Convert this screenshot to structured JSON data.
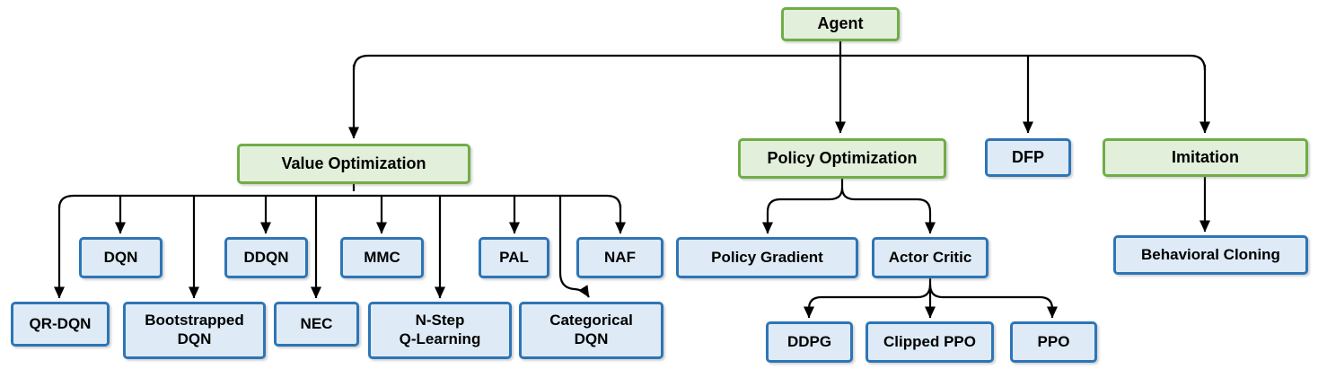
{
  "nodes": {
    "agent": {
      "label": "Agent",
      "variant": "green"
    },
    "value_optimization": {
      "label": "Value Optimization",
      "variant": "green"
    },
    "policy_optimization": {
      "label": "Policy Optimization",
      "variant": "green"
    },
    "dfp": {
      "label": "DFP",
      "variant": "blue"
    },
    "imitation": {
      "label": "Imitation",
      "variant": "green"
    },
    "dqn": {
      "label": "DQN",
      "variant": "blue"
    },
    "ddqn": {
      "label": "DDQN",
      "variant": "blue"
    },
    "mmc": {
      "label": "MMC",
      "variant": "blue"
    },
    "pal": {
      "label": "PAL",
      "variant": "blue"
    },
    "naf": {
      "label": "NAF",
      "variant": "blue"
    },
    "qr_dqn": {
      "label": "QR-DQN",
      "variant": "blue"
    },
    "bootstrapped_dqn": {
      "label": "Bootstrapped\nDQN",
      "variant": "blue"
    },
    "nec": {
      "label": "NEC",
      "variant": "blue"
    },
    "n_step_q_learning": {
      "label": "N-Step\nQ-Learning",
      "variant": "blue"
    },
    "categorical_dqn": {
      "label": "Categorical\nDQN",
      "variant": "blue"
    },
    "policy_gradient": {
      "label": "Policy Gradient",
      "variant": "blue"
    },
    "actor_critic": {
      "label": "Actor Critic",
      "variant": "blue"
    },
    "behavioral_cloning": {
      "label": "Behavioral Cloning",
      "variant": "blue"
    },
    "ddpg": {
      "label": "DDPG",
      "variant": "blue"
    },
    "clipped_ppo": {
      "label": "Clipped PPO",
      "variant": "blue"
    },
    "ppo": {
      "label": "PPO",
      "variant": "blue"
    }
  },
  "edges": [
    {
      "from": "agent",
      "to": "value_optimization"
    },
    {
      "from": "agent",
      "to": "policy_optimization"
    },
    {
      "from": "agent",
      "to": "dfp"
    },
    {
      "from": "agent",
      "to": "imitation"
    },
    {
      "from": "value_optimization",
      "to": "dqn"
    },
    {
      "from": "value_optimization",
      "to": "ddqn"
    },
    {
      "from": "value_optimization",
      "to": "mmc"
    },
    {
      "from": "value_optimization",
      "to": "pal"
    },
    {
      "from": "value_optimization",
      "to": "naf"
    },
    {
      "from": "value_optimization",
      "to": "qr_dqn"
    },
    {
      "from": "value_optimization",
      "to": "bootstrapped_dqn"
    },
    {
      "from": "value_optimization",
      "to": "nec"
    },
    {
      "from": "value_optimization",
      "to": "n_step_q_learning"
    },
    {
      "from": "value_optimization",
      "to": "categorical_dqn"
    },
    {
      "from": "policy_optimization",
      "to": "policy_gradient"
    },
    {
      "from": "policy_optimization",
      "to": "actor_critic"
    },
    {
      "from": "actor_critic",
      "to": "ddpg"
    },
    {
      "from": "actor_critic",
      "to": "clipped_ppo"
    },
    {
      "from": "actor_critic",
      "to": "ppo"
    },
    {
      "from": "imitation",
      "to": "behavioral_cloning"
    }
  ],
  "colors": {
    "green_fill": "#e2efda",
    "green_border": "#70ad47",
    "blue_fill": "#deebf7",
    "blue_border": "#2e75b6",
    "connector": "#000000",
    "text": "#000000",
    "background": "#ffffff"
  }
}
